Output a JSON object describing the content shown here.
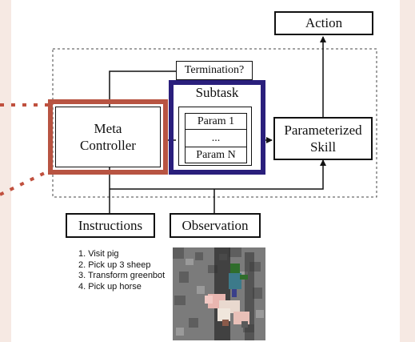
{
  "diagram": {
    "action_label": "Action",
    "termination_label": "Termination?",
    "subtask_label": "Subtask",
    "param_first": "Param 1",
    "param_dots": "...",
    "param_last": "Param N",
    "meta_controller_line1": "Meta",
    "meta_controller_line2": "Controller",
    "skill_line1": "Parameterized",
    "skill_line2": "Skill",
    "instructions_label": "Instructions",
    "observation_label": "Observation"
  },
  "instructions": [
    "1. Visit pig",
    "2. Pick up 3 sheep",
    "3. Transform greenbot",
    "4. Pick up horse"
  ],
  "colors": {
    "background": "#f6e9e3",
    "meta_highlight": "#b85442",
    "subtask_highlight": "#2a1f7c",
    "dots": "#c0503e"
  },
  "image": {
    "description_icon": "minecraft-scene-image"
  }
}
